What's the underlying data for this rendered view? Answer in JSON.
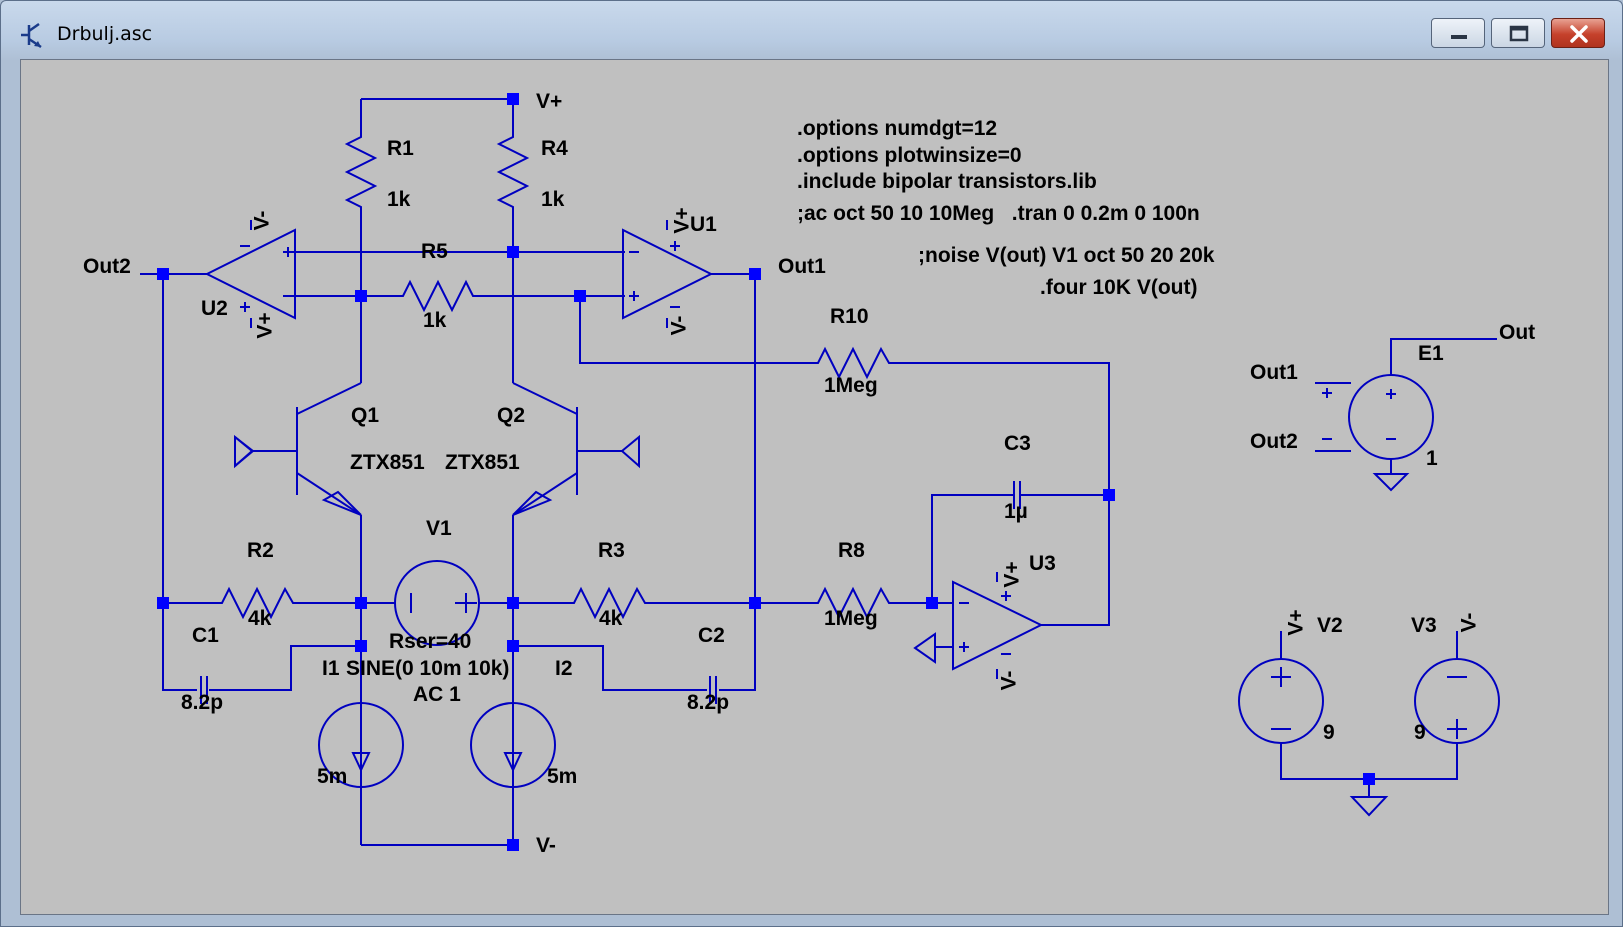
{
  "window": {
    "title": "Drbulj.asc",
    "buttons": {
      "minimize": "minimize-icon",
      "maximize": "maximize-icon",
      "close": "close-icon"
    }
  },
  "colors": {
    "wire": "#0000c0",
    "canvas": "#c0c0c0",
    "junction": "#0000ff"
  },
  "directives": [
    ".options numdgt=12",
    ".options plotwinsize=0",
    ".include bipolar transistors.lib",
    ";ac oct 50 10 10Meg   .tran 0 0.2m 0 100n",
    ";noise V(out) V1 oct 50 20 20k",
    ".four 10K V(out)"
  ],
  "components": {
    "R1": {
      "name": "R1",
      "value": "1k"
    },
    "R4": {
      "name": "R4",
      "value": "1k"
    },
    "R5": {
      "name": "R5",
      "value": "1k"
    },
    "R2": {
      "name": "R2",
      "value": "4k"
    },
    "R3": {
      "name": "R3",
      "value": "4k"
    },
    "R8": {
      "name": "R8",
      "value": "1Meg"
    },
    "R10": {
      "name": "R10",
      "value": "1Meg"
    },
    "C1": {
      "name": "C1",
      "value": "8.2p"
    },
    "C2": {
      "name": "C2",
      "value": "8.2p"
    },
    "C3": {
      "name": "C3",
      "value": "1µ"
    },
    "Q1": {
      "name": "Q1",
      "model": "ZTX851"
    },
    "Q2": {
      "name": "Q2",
      "model": "ZTX851"
    },
    "U1": {
      "name": "U1"
    },
    "U2": {
      "name": "U2"
    },
    "U3": {
      "name": "U3"
    },
    "V1": {
      "name": "V1",
      "value1": "Rser=40",
      "value2": "SINE(0 10m 10k)",
      "value3": "AC 1"
    },
    "V2": {
      "name": "V2",
      "value": "9"
    },
    "V3": {
      "name": "V3",
      "value": "9"
    },
    "I1": {
      "name": "I1",
      "value": "5m"
    },
    "I2": {
      "name": "I2",
      "value": "5m"
    },
    "E1": {
      "name": "E1",
      "value": "1"
    }
  },
  "nets": {
    "vplus": "V+",
    "vminus": "V-",
    "out1": "Out1",
    "out2": "Out2",
    "out": "Out"
  },
  "pin_marks": {
    "plus": "+",
    "minus": "−"
  }
}
